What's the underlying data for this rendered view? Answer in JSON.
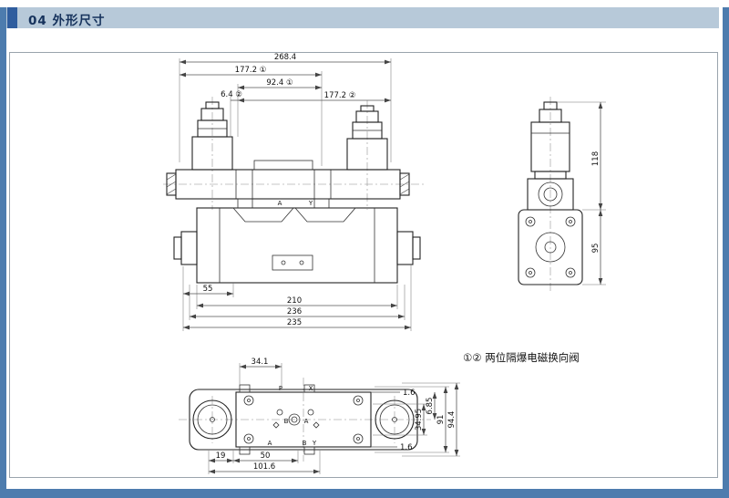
{
  "header": {
    "section_number": "04",
    "title": "外形尺寸"
  },
  "note": "①② 两位隔爆电磁换向阀",
  "front_view": {
    "dim_overall": "268.4",
    "dim_177_1": "177.2 ①",
    "dim_92_4": "92.4 ①",
    "dim_6_4": "6.4 ②",
    "dim_177_2": "177.2 ②",
    "dim_55": "55",
    "dim_210": "210",
    "dim_236": "236",
    "dim_235": "235",
    "port_a": "A",
    "port_y": "Y"
  },
  "side_view": {
    "dim_118": "118",
    "dim_95": "95"
  },
  "bottom_view": {
    "dim_34_1": "34.1",
    "dim_1_6_top": "1.6",
    "dim_1_6_bottom": "1.6",
    "dim_34_95": "34.95",
    "dim_6_85": "6.85",
    "dim_91": "91",
    "dim_94_4": "94.4",
    "dim_19": "19",
    "dim_50": "50",
    "dim_101_6": "101.6",
    "port_p": "P",
    "port_x": "X",
    "port_a": "A",
    "port_b": "B",
    "port_y": "Y",
    "center_port_b": "B",
    "center_port_a": "A"
  }
}
